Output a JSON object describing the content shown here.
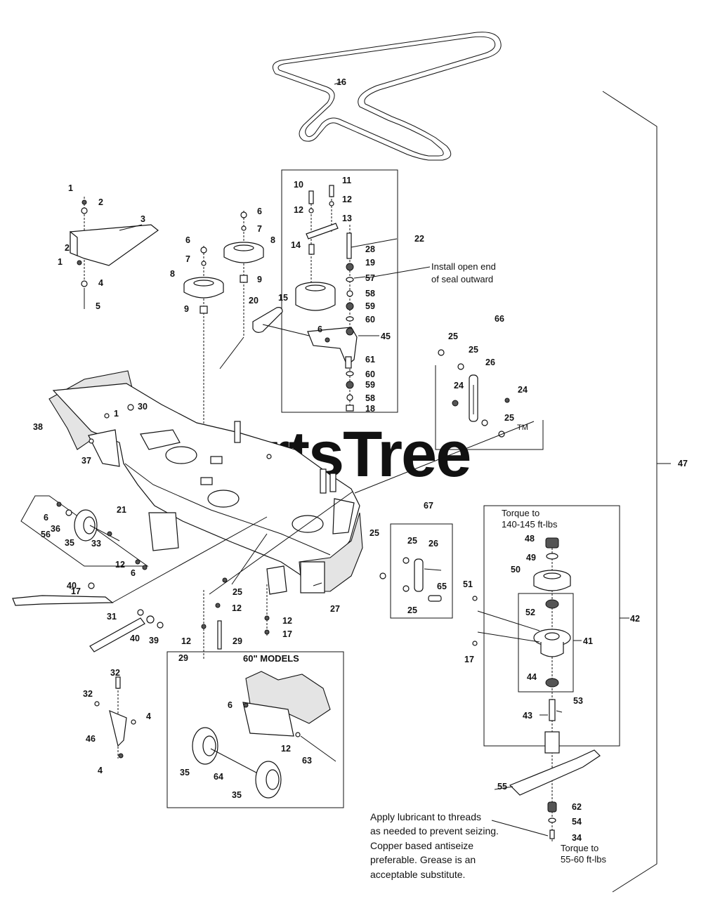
{
  "watermark": {
    "text": "PartsTree",
    "trademark": "TM"
  },
  "callouts": [
    {
      "id": "c16",
      "label": "16"
    },
    {
      "id": "c1a",
      "label": "1"
    },
    {
      "id": "c2a",
      "label": "2"
    },
    {
      "id": "c3",
      "label": "3"
    },
    {
      "id": "c2b",
      "label": "2"
    },
    {
      "id": "c1b",
      "label": "1"
    },
    {
      "id": "c4a",
      "label": "4"
    },
    {
      "id": "c5",
      "label": "5"
    },
    {
      "id": "c6a",
      "label": "6"
    },
    {
      "id": "c7a",
      "label": "7"
    },
    {
      "id": "c8a",
      "label": "8"
    },
    {
      "id": "c9a",
      "label": "9"
    },
    {
      "id": "c6b",
      "label": "6"
    },
    {
      "id": "c7b",
      "label": "7"
    },
    {
      "id": "c8b",
      "label": "8"
    },
    {
      "id": "c9b",
      "label": "9"
    },
    {
      "id": "c10",
      "label": "10"
    },
    {
      "id": "c11",
      "label": "11"
    },
    {
      "id": "c12a",
      "label": "12"
    },
    {
      "id": "c12b",
      "label": "12"
    },
    {
      "id": "c13",
      "label": "13"
    },
    {
      "id": "c14",
      "label": "14"
    },
    {
      "id": "c28",
      "label": "28"
    },
    {
      "id": "c22",
      "label": "22"
    },
    {
      "id": "c19",
      "label": "19"
    },
    {
      "id": "c57",
      "label": "57"
    },
    {
      "id": "c58a",
      "label": "58"
    },
    {
      "id": "c59a",
      "label": "59"
    },
    {
      "id": "c60a",
      "label": "60"
    },
    {
      "id": "c15",
      "label": "15"
    },
    {
      "id": "c20",
      "label": "20"
    },
    {
      "id": "c6c",
      "label": "6"
    },
    {
      "id": "c45",
      "label": "45"
    },
    {
      "id": "c61",
      "label": "61"
    },
    {
      "id": "c60b",
      "label": "60"
    },
    {
      "id": "c59b",
      "label": "59"
    },
    {
      "id": "c58b",
      "label": "58"
    },
    {
      "id": "c18",
      "label": "18"
    },
    {
      "id": "c66",
      "label": "66"
    },
    {
      "id": "c25a",
      "label": "25"
    },
    {
      "id": "c25b",
      "label": "25"
    },
    {
      "id": "c26a",
      "label": "26"
    },
    {
      "id": "c24a",
      "label": "24"
    },
    {
      "id": "c24b",
      "label": "24"
    },
    {
      "id": "c25c",
      "label": "25"
    },
    {
      "id": "c30",
      "label": "30"
    },
    {
      "id": "c1c",
      "label": "1"
    },
    {
      "id": "c38",
      "label": "38"
    },
    {
      "id": "c37",
      "label": "37"
    },
    {
      "id": "c47",
      "label": "47"
    },
    {
      "id": "c6d",
      "label": "6"
    },
    {
      "id": "c36",
      "label": "36"
    },
    {
      "id": "c21",
      "label": "21"
    },
    {
      "id": "c35a",
      "label": "35"
    },
    {
      "id": "c33",
      "label": "33"
    },
    {
      "id": "c56",
      "label": "56"
    },
    {
      "id": "c12c",
      "label": "12"
    },
    {
      "id": "c6e",
      "label": "6"
    },
    {
      "id": "c17a",
      "label": "17"
    },
    {
      "id": "c40a",
      "label": "40"
    },
    {
      "id": "c31",
      "label": "31"
    },
    {
      "id": "c40b",
      "label": "40"
    },
    {
      "id": "c39",
      "label": "39"
    },
    {
      "id": "c25d",
      "label": "25"
    },
    {
      "id": "c12d",
      "label": "12"
    },
    {
      "id": "c12e",
      "label": "12"
    },
    {
      "id": "c17b",
      "label": "17"
    },
    {
      "id": "c12f",
      "label": "12"
    },
    {
      "id": "c29a",
      "label": "29"
    },
    {
      "id": "c29b",
      "label": "29"
    },
    {
      "id": "c27",
      "label": "27"
    },
    {
      "id": "c67",
      "label": "67"
    },
    {
      "id": "c25e",
      "label": "25"
    },
    {
      "id": "c25f",
      "label": "25"
    },
    {
      "id": "c26b",
      "label": "26"
    },
    {
      "id": "c65",
      "label": "65"
    },
    {
      "id": "c25g",
      "label": "25"
    },
    {
      "id": "c48",
      "label": "48"
    },
    {
      "id": "c49",
      "label": "49"
    },
    {
      "id": "c50",
      "label": "50"
    },
    {
      "id": "c51",
      "label": "51"
    },
    {
      "id": "c52",
      "label": "52"
    },
    {
      "id": "c41",
      "label": "41"
    },
    {
      "id": "c42",
      "label": "42"
    },
    {
      "id": "c17c",
      "label": "17"
    },
    {
      "id": "c44",
      "label": "44"
    },
    {
      "id": "c53",
      "label": "53"
    },
    {
      "id": "c43",
      "label": "43"
    },
    {
      "id": "c55",
      "label": "55"
    },
    {
      "id": "c62",
      "label": "62"
    },
    {
      "id": "c54",
      "label": "54"
    },
    {
      "id": "c34",
      "label": "34"
    },
    {
      "id": "c32a",
      "label": "32"
    },
    {
      "id": "c32b",
      "label": "32"
    },
    {
      "id": "c4b",
      "label": "4"
    },
    {
      "id": "c46",
      "label": "46"
    },
    {
      "id": "c4c",
      "label": "4"
    },
    {
      "id": "c6f",
      "label": "6"
    },
    {
      "id": "c12g",
      "label": "12"
    },
    {
      "id": "c63",
      "label": "63"
    },
    {
      "id": "c35b",
      "label": "35"
    },
    {
      "id": "c64",
      "label": "64"
    },
    {
      "id": "c35c",
      "label": "35"
    }
  ],
  "notes": {
    "seal_line1": "Install open end",
    "seal_line2": "of seal outward",
    "torque_top_line1": "Torque to",
    "torque_top_line2": "140-145 ft-lbs",
    "torque_bottom_line1": "Torque to",
    "torque_bottom_line2": "55-60 ft-lbs",
    "models_60": "60\" MODELS",
    "lube_lines": [
      "Apply lubricant to threads",
      "as needed to prevent seizing.",
      "Copper based antiseize",
      "preferable.  Grease is an",
      "acceptable substitute."
    ]
  }
}
